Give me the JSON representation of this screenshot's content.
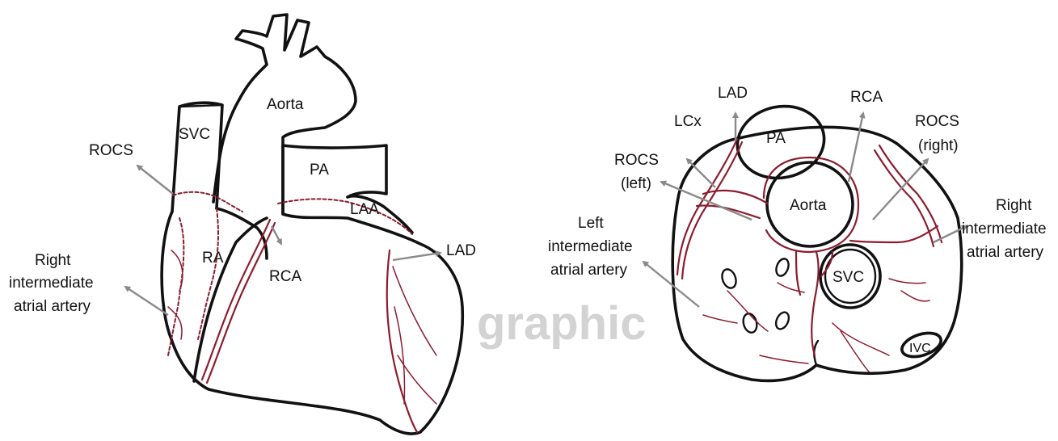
{
  "watermark": "graphic",
  "colors": {
    "outline": "#111111",
    "vessel": "#8c1c2e",
    "leader": "#8a8a8a",
    "watermark": "#d3d3d3"
  },
  "left_view": {
    "labels": {
      "aorta": "Aorta",
      "svc": "SVC",
      "rocs": "ROCS",
      "pa": "PA",
      "laa": "LAA",
      "ra": "RA",
      "rca": "RCA",
      "lad": "LAD",
      "right_intermediate_1": "Right",
      "right_intermediate_2": "intermediate",
      "right_intermediate_3": "atrial artery"
    }
  },
  "right_view": {
    "labels": {
      "lad": "LAD",
      "rca": "RCA",
      "lcx": "LCx",
      "pa": "PA",
      "rocs_right_1": "ROCS",
      "rocs_right_2": "(right)",
      "rocs_left_1": "ROCS",
      "rocs_left_2": "(left)",
      "aorta": "Aorta",
      "right_intermediate_1": "Right",
      "right_intermediate_2": "intermediate",
      "right_intermediate_3": "atrial artery",
      "left_intermediate_1": "Left",
      "left_intermediate_2": "intermediate",
      "left_intermediate_3": "atrial artery",
      "svc": "SVC",
      "ivc": "IVC"
    }
  }
}
